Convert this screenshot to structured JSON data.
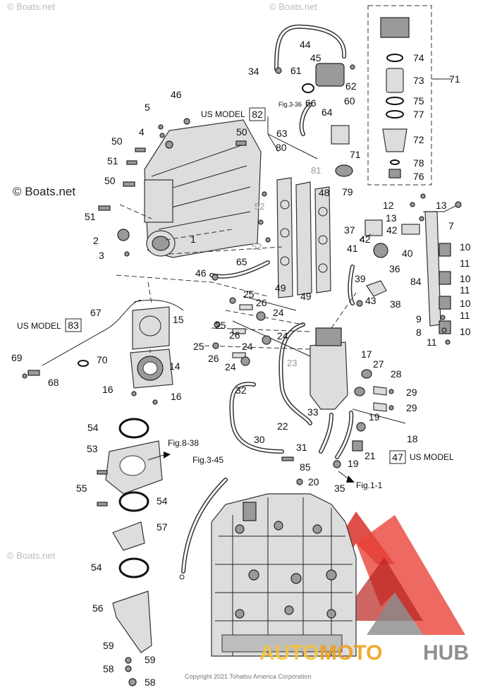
{
  "watermarks": {
    "site": "© Boats.net",
    "copyright": "Copyright 2021 Tohatsu America Corporation",
    "brand_part1": "AUTO",
    "brand_part2": "MOTO",
    "brand_part3": "HUB"
  },
  "labels": {
    "us_model": "US MODEL",
    "fig_3_36": "Fig.3-36",
    "fig_8_38": "Fig.8-38",
    "fig_3_45": "Fig.3-45",
    "fig_1_1": "Fig.1-1"
  },
  "boxed_refs": {
    "b82": "82",
    "b83": "83",
    "b47": "47"
  },
  "callouts": [
    "1",
    "2",
    "3",
    "4",
    "5",
    "7",
    "8",
    "9",
    "10",
    "11",
    "12",
    "13",
    "14",
    "15",
    "16",
    "17",
    "18",
    "19",
    "20",
    "21",
    "22",
    "23",
    "24",
    "25",
    "26",
    "27",
    "28",
    "29",
    "30",
    "31",
    "32",
    "33",
    "34",
    "35",
    "36",
    "37",
    "38",
    "39",
    "40",
    "41",
    "42",
    "43",
    "44",
    "45",
    "46",
    "48",
    "49",
    "50",
    "51",
    "52",
    "53",
    "54",
    "55",
    "56",
    "57",
    "58",
    "59",
    "60",
    "61",
    "62",
    "63",
    "64",
    "65",
    "66",
    "67",
    "68",
    "69",
    "70",
    "71",
    "72",
    "73",
    "74",
    "75",
    "76",
    "77",
    "78",
    "79",
    "80",
    "81",
    "84",
    "85"
  ],
  "colors": {
    "brand_red": "#d9302a",
    "brand_orange": "#f0a019",
    "brand_yellow": "#f6d34a",
    "brand_gray": "#8a8a8a",
    "line": "#222222"
  }
}
